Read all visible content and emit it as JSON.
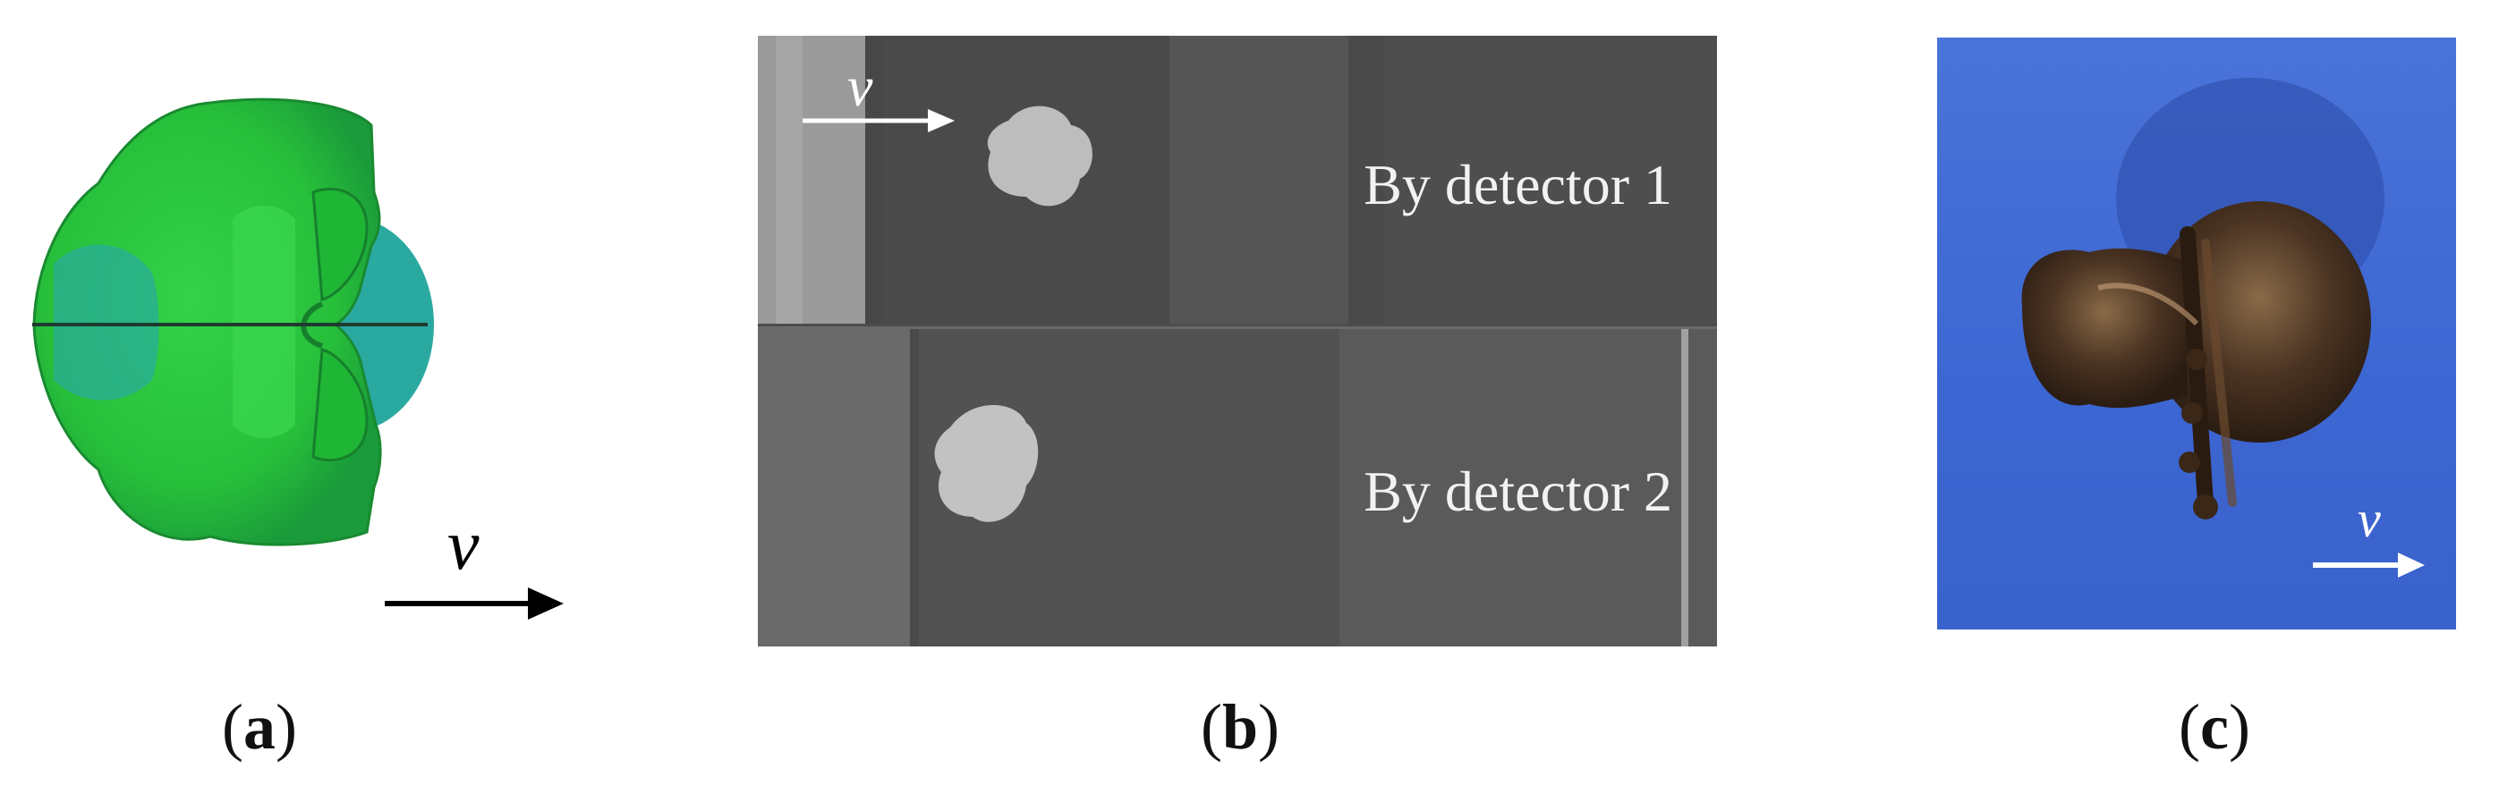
{
  "figure": {
    "panels": [
      {
        "id": "a",
        "caption": "a",
        "velocity_label": "v"
      },
      {
        "id": "b",
        "caption": "b",
        "velocity_label": "v",
        "detector_labels": [
          "By detector 1",
          "By detector 2"
        ]
      },
      {
        "id": "c",
        "caption": "c",
        "velocity_label": "v"
      }
    ],
    "colors": {
      "simulation_green": "#2fc42f",
      "simulation_cyan": "#1fa7a7",
      "xray_background": "#4c4c4c",
      "xray_fragment": "#bcbcbc",
      "photo_background": "#3c66d2",
      "fragment_bronze": "#5a3f28"
    }
  }
}
